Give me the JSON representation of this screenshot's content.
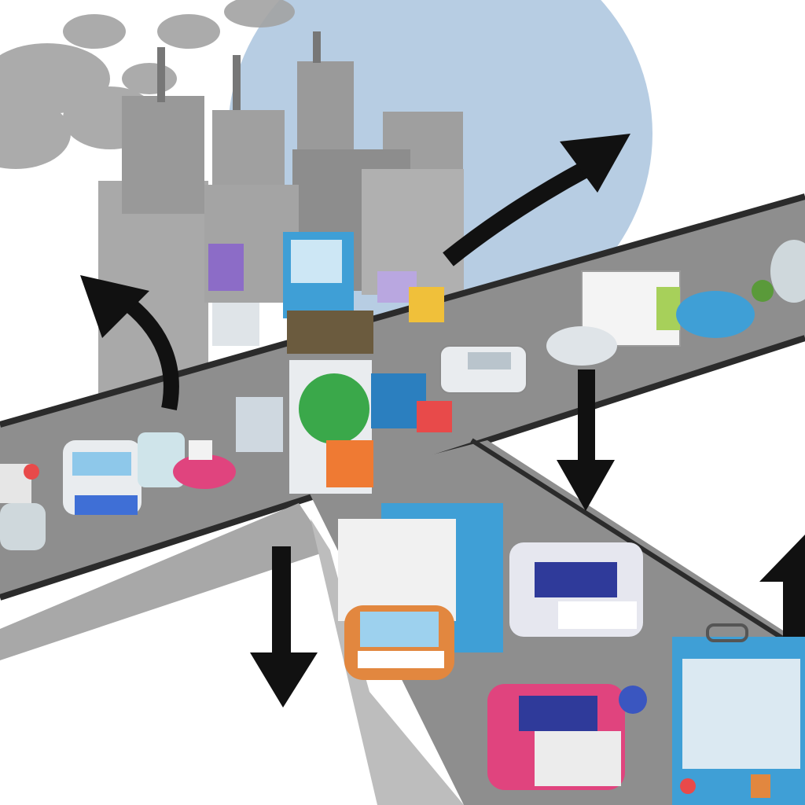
{
  "scene": {
    "colors": {
      "background": "#ffffff",
      "sky": "#b7cde3",
      "smoke": "#a3a3a3",
      "factory": "#a9a9a9",
      "factory_shade": "#8d8d8d",
      "road": "#8e8e8e",
      "road_edge": "#2b2b2b",
      "arrow": "#111111",
      "vehicle_blue": "#3f9fd6",
      "vehicle_orange": "#e2873f",
      "vehicle_pink": "#e0447e",
      "vehicle_white": "#e9ecef"
    },
    "elements": [
      {
        "name": "factory-with-smokestacks-icon",
        "count": 1
      },
      {
        "name": "smoke-plume-icon",
        "count": 4
      },
      {
        "name": "highway-road",
        "count": 3
      },
      {
        "name": "arrow-up-right-icon",
        "count": 1
      },
      {
        "name": "arrow-up-left-icon",
        "count": 1
      },
      {
        "name": "arrow-down-icon",
        "count": 2
      },
      {
        "name": "arrow-up-icon",
        "count": 1
      },
      {
        "name": "vehicle-icon",
        "count": 10
      },
      {
        "name": "truck-icon",
        "count": 3
      },
      {
        "name": "vehicle-pileup-icon",
        "count": 1
      }
    ]
  }
}
